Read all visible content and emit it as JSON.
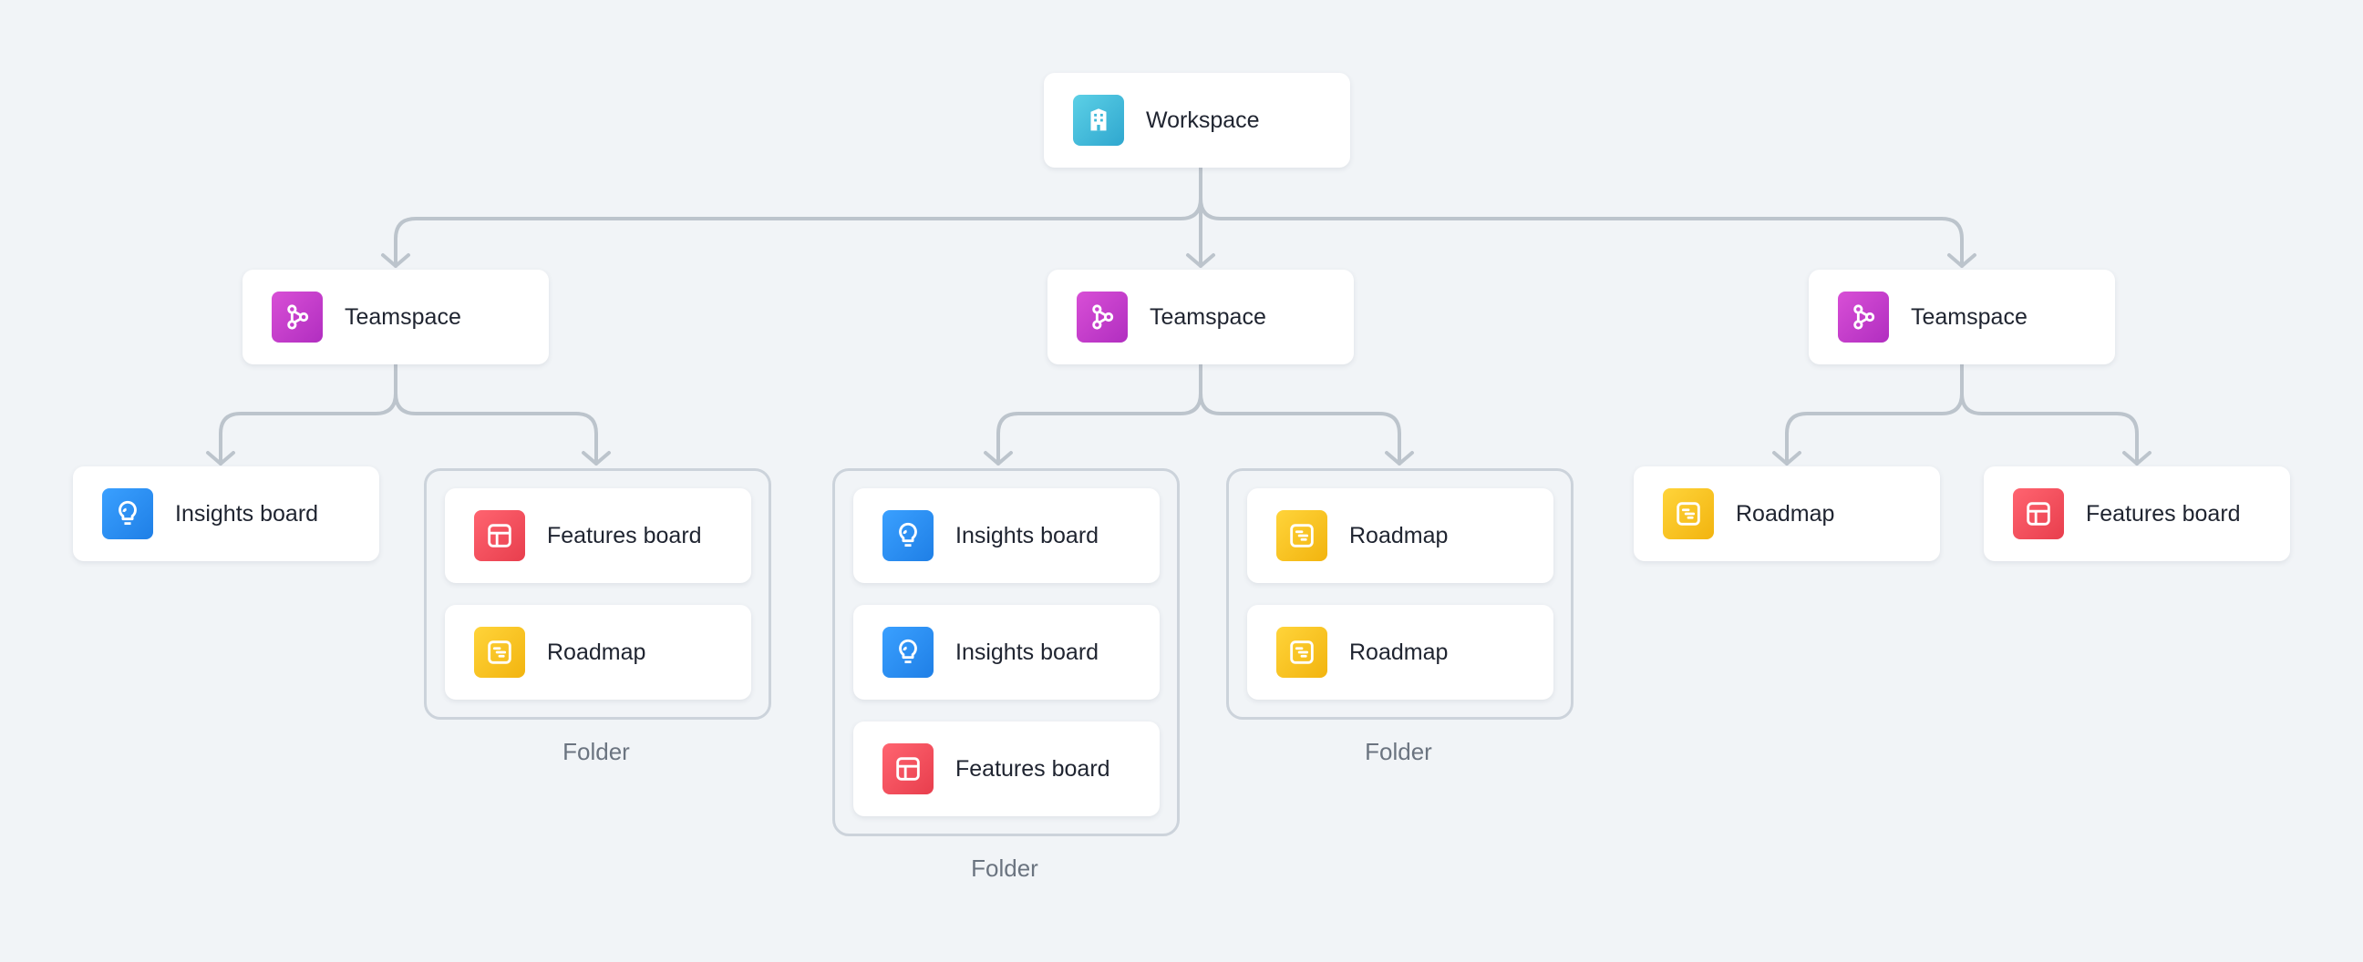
{
  "colors": {
    "background": "#f1f4f7",
    "connector": "#bcc4cc",
    "workspace_icon": "#3fb8d8",
    "teamspace_icon": "#c63cc7",
    "insights_icon": "#2b8ff0",
    "features_icon": "#f3505e",
    "roadmap_icon": "#f7c21c"
  },
  "workspace": {
    "label": "Workspace",
    "icon": "building-icon"
  },
  "teamspaces": [
    {
      "label": "Teamspace",
      "icon": "hub-icon",
      "insights": {
        "label": "Insights board",
        "icon": "lightbulb-icon"
      },
      "folder": {
        "label": "Folder",
        "items": [
          {
            "label": "Features board",
            "icon": "grid-icon"
          },
          {
            "label": "Roadmap",
            "icon": "roadmap-icon"
          }
        ]
      }
    },
    {
      "label": "Teamspace",
      "icon": "hub-icon",
      "folder_a": {
        "label": "Folder",
        "items": [
          {
            "label": "Insights board",
            "icon": "lightbulb-icon"
          },
          {
            "label": "Insights board",
            "icon": "lightbulb-icon"
          },
          {
            "label": "Features board",
            "icon": "grid-icon"
          }
        ]
      },
      "folder_b": {
        "label": "Folder",
        "items": [
          {
            "label": "Roadmap",
            "icon": "roadmap-icon"
          },
          {
            "label": "Roadmap",
            "icon": "roadmap-icon"
          }
        ]
      }
    },
    {
      "label": "Teamspace",
      "icon": "hub-icon",
      "roadmap": {
        "label": "Roadmap",
        "icon": "roadmap-icon"
      },
      "features": {
        "label": "Features board",
        "icon": "grid-icon"
      }
    }
  ]
}
